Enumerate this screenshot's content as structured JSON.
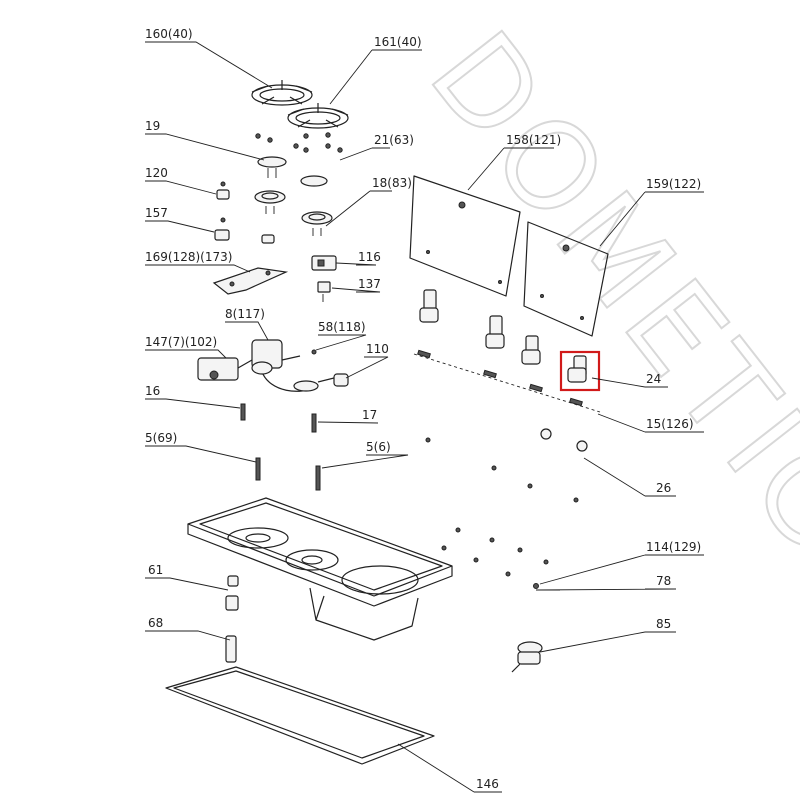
{
  "watermark": "DOMETIC",
  "highlight_color": "#d11a1a",
  "labels": {
    "l160": "160(40)",
    "l161": "161(40)",
    "l19": "19",
    "l21": "21(63)",
    "l120": "120",
    "l18": "18(83)",
    "l157": "157",
    "l158": "158(121)",
    "l159": "159(122)",
    "l116": "116",
    "l169": "169(128)(173)",
    "l137": "137",
    "l8": "8(117)",
    "l58": "58(118)",
    "l147": "147(7)(102)",
    "l110": "110",
    "l24": "24",
    "l16": "16",
    "l17": "17",
    "l15": "15(126)",
    "l5a": "5(69)",
    "l5b": "5(6)",
    "l26": "26",
    "l114": "114(129)",
    "l61": "61",
    "l78": "78",
    "l68": "68",
    "l85": "85",
    "l146": "146"
  }
}
